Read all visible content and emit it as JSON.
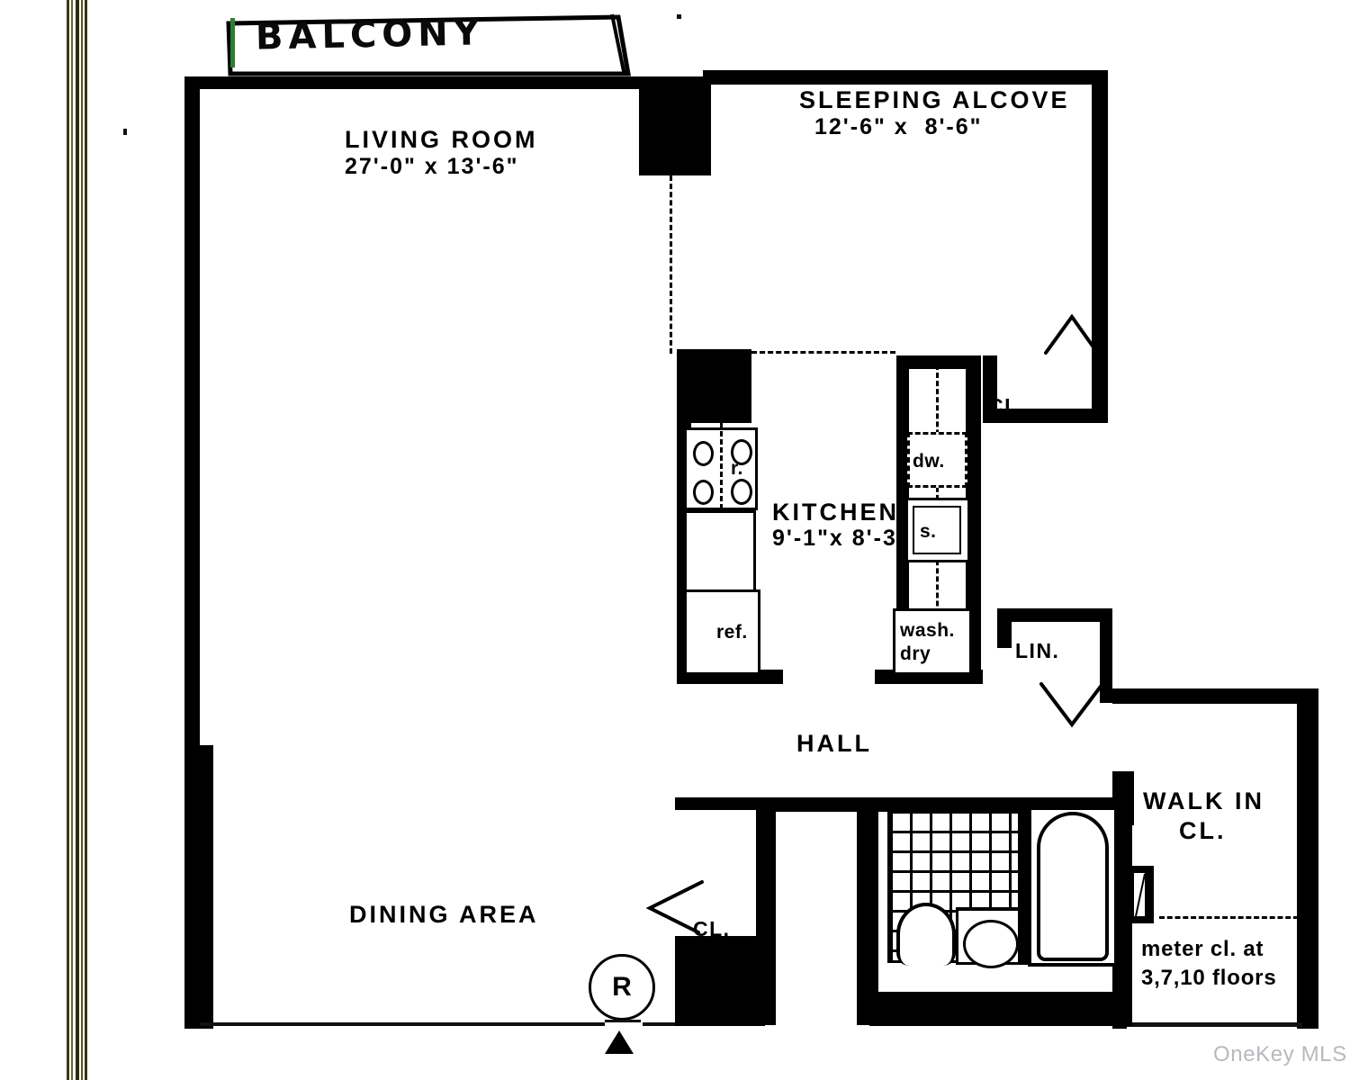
{
  "document": {
    "type": "apartment-floor-plan",
    "watermark": "OneKey MLS"
  },
  "rooms": [
    {
      "id": "balcony",
      "name": "BALCONY",
      "dimensions": ""
    },
    {
      "id": "living_room",
      "name": "LIVING ROOM",
      "dimensions": "27'-0\" x 13'-6\""
    },
    {
      "id": "sleeping_alcove",
      "name": "SLEEPING ALCOVE",
      "dimensions": "12'-6\" x  8'-6\""
    },
    {
      "id": "kitchen",
      "name": "KITCHEN",
      "dimensions": "9'-1\"x 8'-3\""
    },
    {
      "id": "dining_area",
      "name": "DINING AREA",
      "dimensions": ""
    },
    {
      "id": "hall",
      "name": "HALL",
      "dimensions": ""
    },
    {
      "id": "walk_in_closet",
      "name_line1": "WALK IN",
      "name_line2": "CL."
    }
  ],
  "labels": {
    "balcony": "BALCONY",
    "living_room": "LIVING ROOM",
    "living_room_dim": "27'-0\" x 13'-6\"",
    "sleeping_alcove": "SLEEPING ALCOVE",
    "sleeping_alcove_dim": "12'-6\" x  8'-6\"",
    "kitchen": "KITCHEN",
    "kitchen_dim": "9'-1\"x 8'-3\"",
    "dining_area": "DINING AREA",
    "hall": "HALL",
    "closet_alcove": "CL.",
    "closet_foyer": "CL.",
    "linen": "LIN.",
    "walk_in_1": "WALK IN",
    "walk_in_2": "CL.",
    "meter_note_1": "meter cl. at",
    "meter_note_2": "3,7,10 floors",
    "riser_marker": "R"
  },
  "fixtures": [
    {
      "id": "range",
      "label": "r.",
      "burners": 4
    },
    {
      "id": "refrigerator",
      "label": "ref."
    },
    {
      "id": "dishwasher",
      "label": "dw."
    },
    {
      "id": "sink",
      "label": "s."
    },
    {
      "id": "washer_dryer",
      "label_line1": "wash.",
      "label_line2": "dry"
    },
    {
      "id": "bathtub",
      "label": ""
    },
    {
      "id": "toilet",
      "label": ""
    },
    {
      "id": "lavatory",
      "label": ""
    }
  ],
  "fixture_labels": {
    "range": "r.",
    "refrigerator": "ref.",
    "dishwasher": "dw.",
    "sink": "s.",
    "washer": "wash.",
    "dryer": "dry"
  },
  "colors": {
    "wall": "#000000",
    "background": "#ffffff",
    "film_edge": "#3a3a16",
    "watermark": "#b9b9bd",
    "balcony_tint": "#2f7d32"
  }
}
